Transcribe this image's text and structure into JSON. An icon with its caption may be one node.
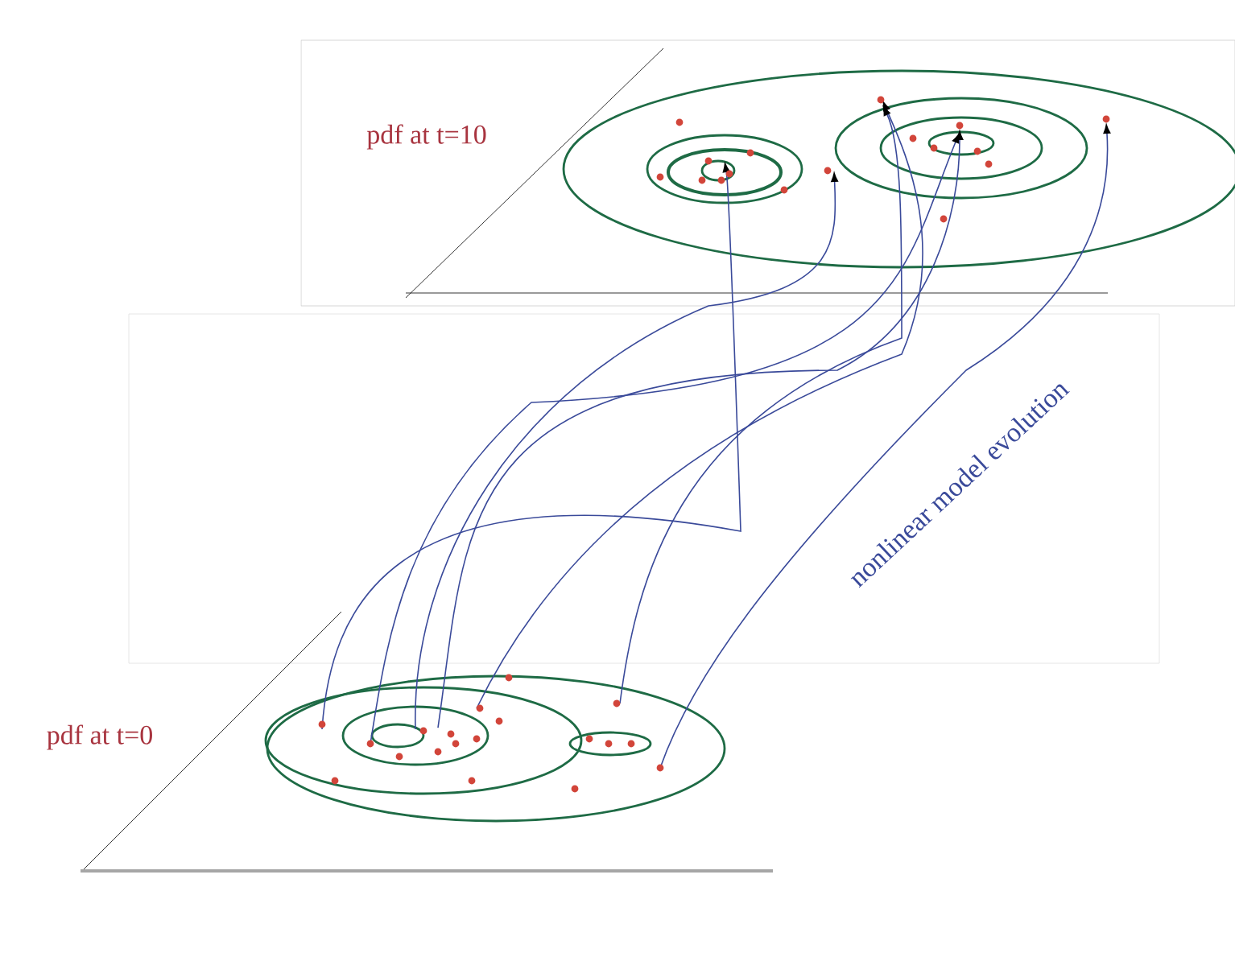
{
  "diagram": {
    "labels": [
      "pdf at t=10",
      "nonlinear model evolution",
      "pdf at t=0"
    ]
  }
}
